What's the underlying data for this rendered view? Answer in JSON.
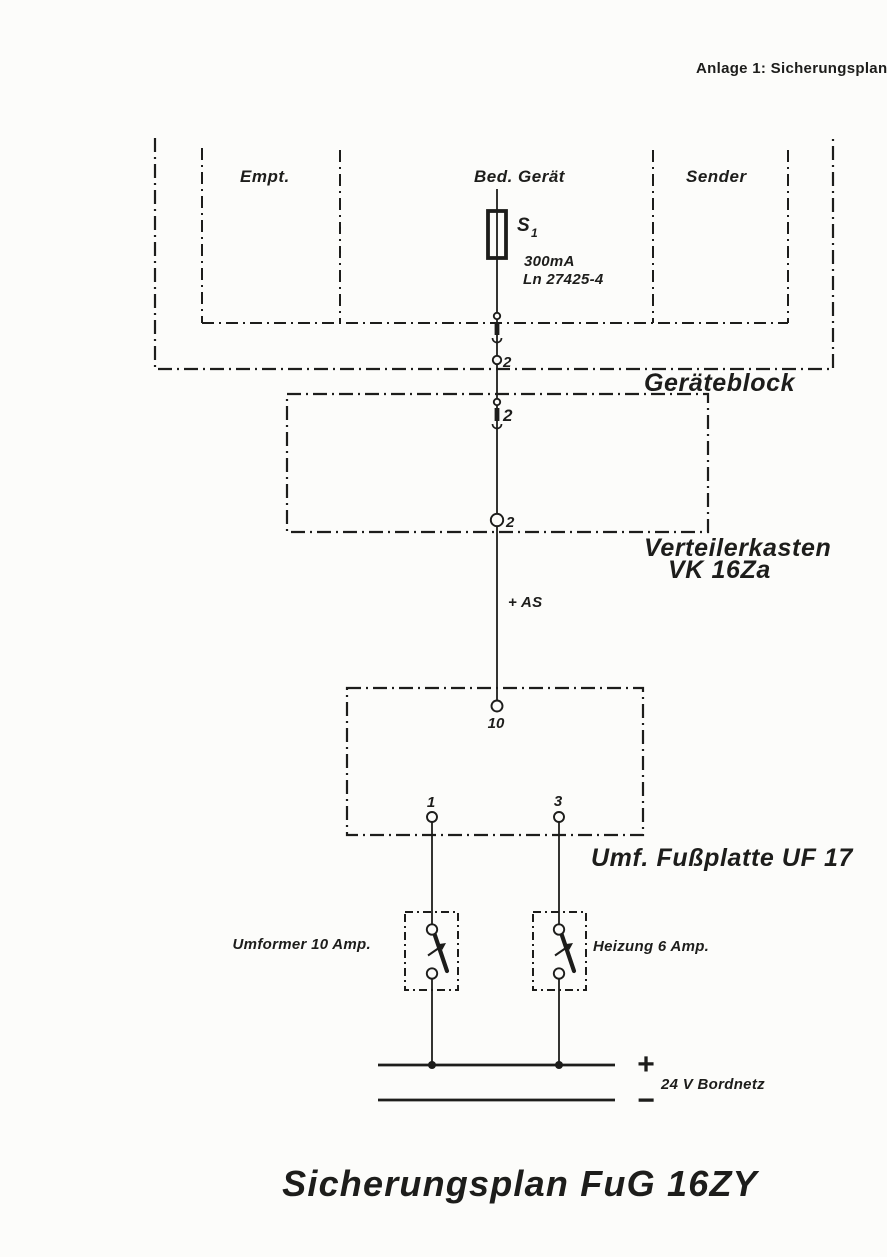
{
  "document": {
    "header_annotation": "Anlage 1: Sicherungsplan",
    "title": "Sicherungsplan FuG 16ZY"
  },
  "geraeteblock": {
    "label": "Geräteblock",
    "compartments": {
      "empfaenger": "Empt.",
      "bedien_geraet": "Bed. Gerät",
      "sender": "Sender"
    },
    "fuse": {
      "designator": "S",
      "designator_sub": "1",
      "rating": "300mA",
      "part_number": "Ln 27425-4"
    },
    "output_terminal": "2"
  },
  "verteilerkasten": {
    "label": "Verteilerkasten",
    "type": "VK 16Za",
    "input_terminal": "2",
    "output_terminal": "2"
  },
  "wire": {
    "as_label": "+ AS"
  },
  "fussplatte": {
    "label": "Umf. Fußplatte UF 17",
    "input_terminal": "10",
    "output_terminal_1": "1",
    "output_terminal_3": "3"
  },
  "switches": {
    "umformer": "Umformer 10 Amp.",
    "heizung": "Heizung 6 Amp."
  },
  "bordnetz": {
    "plus": "+",
    "minus": "−",
    "label": "24 V Bordnetz"
  },
  "colors": {
    "ink": "#1d1d1b",
    "paper": "#fcfcfa"
  }
}
